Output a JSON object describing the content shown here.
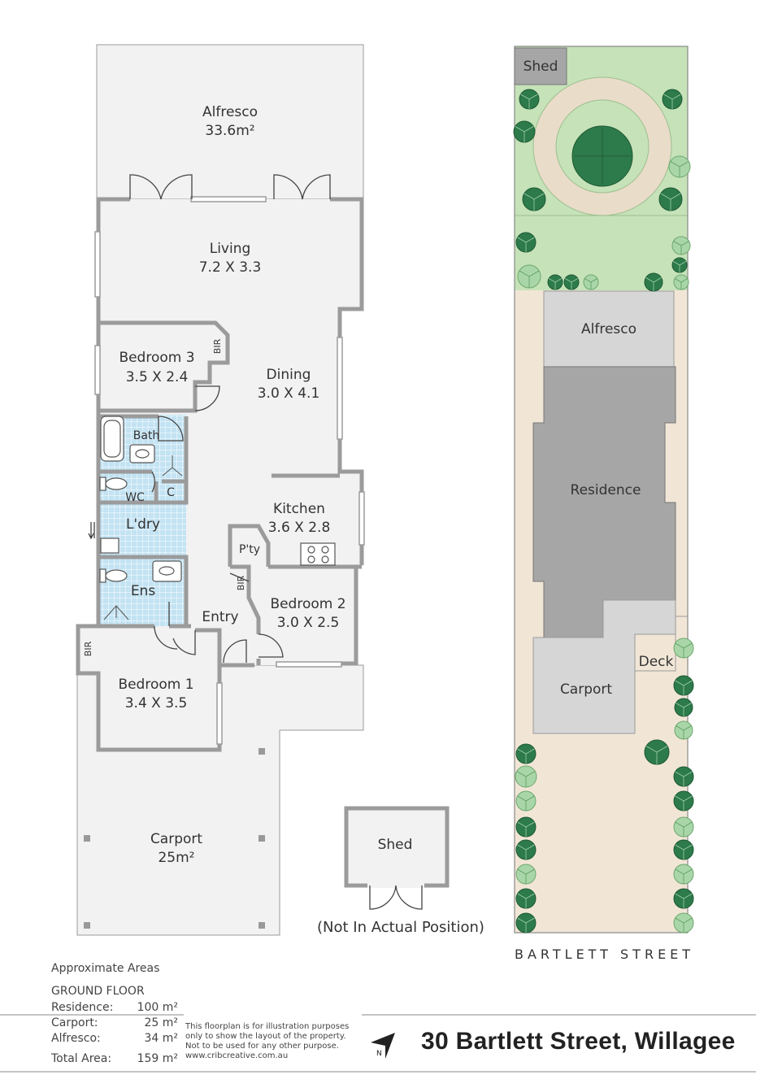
{
  "address": "30 Bartlett Street, Willagee",
  "street": "BARTLETT STREET",
  "floorplan": {
    "rooms": {
      "alfresco": {
        "name": "Alfresco",
        "size": "33.6m²"
      },
      "living": {
        "name": "Living",
        "size": "7.2 X 3.3"
      },
      "bedroom3": {
        "name": "Bedroom 3",
        "size": "3.5 X 2.4"
      },
      "dining": {
        "name": "Dining",
        "size": "3.0 X 4.1"
      },
      "bath": {
        "name": "Bath"
      },
      "wc": {
        "name": "WC"
      },
      "c": {
        "name": "C"
      },
      "laundry": {
        "name": "L'dry"
      },
      "kitchen": {
        "name": "Kitchen",
        "size": "3.6 X 2.8"
      },
      "pantry": {
        "name": "P'ty"
      },
      "ens": {
        "name": "Ens"
      },
      "entry": {
        "name": "Entry"
      },
      "bedroom2": {
        "name": "Bedroom 2",
        "size": "3.0 X 2.5"
      },
      "bedroom1": {
        "name": "Bedroom 1",
        "size": "3.4 X 3.5"
      },
      "carport": {
        "name": "Carport",
        "size": "25m²"
      },
      "shed": {
        "name": "Shed"
      },
      "bir": "BIR"
    },
    "shed_note": "(Not In Actual Position)"
  },
  "siteplan": {
    "shed": "Shed",
    "alfresco": "Alfresco",
    "residence": "Residence",
    "deck": "Deck",
    "carport": "Carport"
  },
  "areas": {
    "title": "Approximate Areas",
    "floor": "GROUND FLOOR",
    "rows": [
      {
        "label": "Residence:",
        "value": "100 m²"
      },
      {
        "label": "Carport:",
        "value": "25 m²"
      },
      {
        "label": "Alfresco:",
        "value": "34 m²"
      },
      {
        "label": "Total Area:",
        "value": "159 m²"
      }
    ]
  },
  "disclaimer": {
    "line1": "This floorplan is for illustration purposes",
    "line2": "only to show the layout of the property.",
    "line3": "Not to be used for any other purpose.",
    "line4": "www.cribcreative.com.au"
  },
  "colors": {
    "wall": "#9b9b9b",
    "floor": "#f2f2f2",
    "wet_area": "#bfe0f2",
    "lawn": "#c6e2b8",
    "sand": "#f1e6d6",
    "building": "#a6a6a6",
    "paving": "#d6d6d6",
    "tree_dark": "#2d7a4a",
    "tree_light": "#a9d6a9"
  }
}
